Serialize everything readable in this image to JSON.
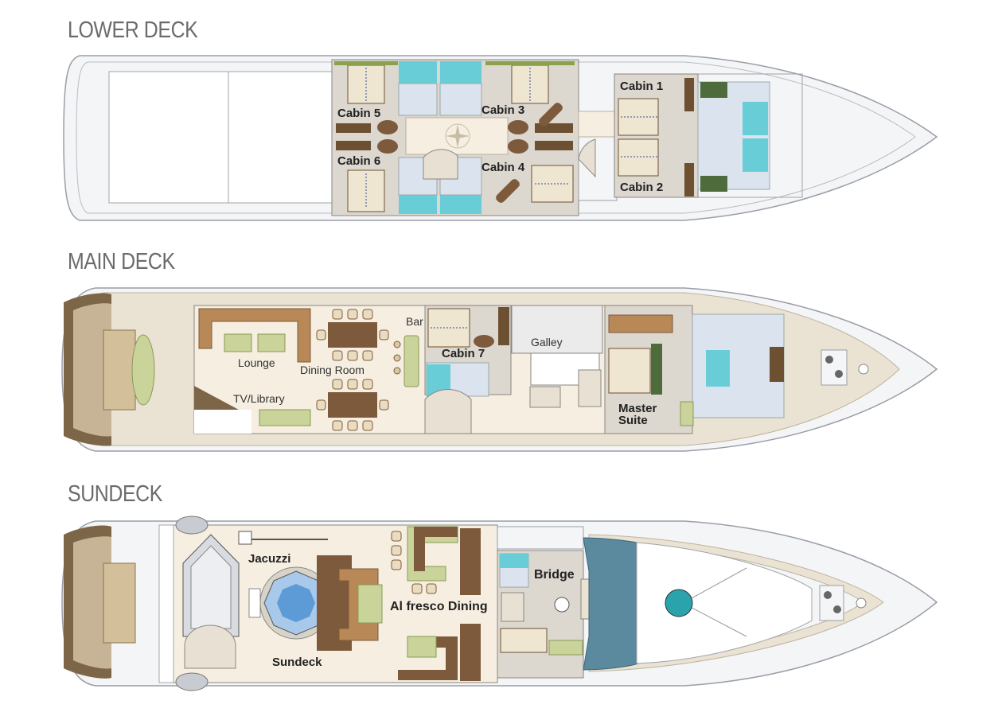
{
  "decks": {
    "lower": {
      "title": "LOWER DECK",
      "labels": {
        "cabin1": "Cabin 1",
        "cabin2": "Cabin 2",
        "cabin3": "Cabin 3",
        "cabin4": "Cabin 4",
        "cabin5": "Cabin 5",
        "cabin6": "Cabin 6"
      }
    },
    "main": {
      "title": "MAIN DECK",
      "labels": {
        "lounge": "Lounge",
        "dining_room": "Dining Room",
        "tv_library": "TV/Library",
        "bar": "Bar",
        "cabin7": "Cabin 7",
        "galley": "Galley",
        "master_line1": "Master",
        "master_line2": "Suite"
      }
    },
    "sun": {
      "title": "SUNDECK",
      "labels": {
        "jacuzzi": "Jacuzzi",
        "sundeck": "Sundeck",
        "al_fresco": "Al fresco Dining",
        "bridge": "Bridge"
      }
    }
  },
  "colors": {
    "hull": "#f4f5f7",
    "hull_stroke": "#9a9ea6",
    "teak": "#eae2d2",
    "floor": "#f6efe1",
    "cabin_floor": "#dcd7cf",
    "bath": "#dbe3ee",
    "shower": "#68cdd6",
    "sofa": "#b88956",
    "cushion": "#c9d39a",
    "table": "#7e5a3c",
    "bed": "#efe6d2",
    "dark_wood": "#6d5032",
    "window": "#5b8a9f",
    "jacuzzi_water": "#5c9bd6"
  }
}
